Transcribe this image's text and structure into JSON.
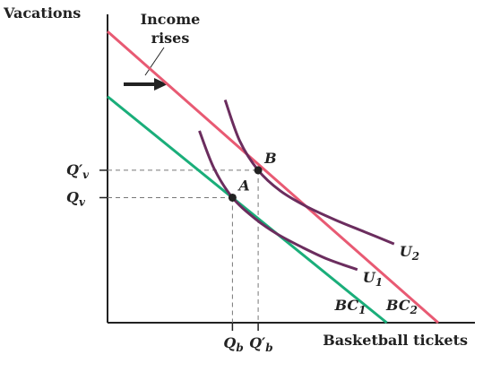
{
  "chart_data": {
    "type": "line",
    "title": "",
    "xlabel": "Basketball tickets",
    "ylabel": "Vacations",
    "budget_constraints": [
      {
        "id": "bc1",
        "label": "BC",
        "subscript": "1",
        "color": "#1aae7a",
        "x_intercept": 7.6,
        "y_intercept": 6.6
      },
      {
        "id": "bc2",
        "label": "BC",
        "subscript": "2",
        "color": "#e85a73",
        "x_intercept": 9.0,
        "y_intercept": 8.5
      }
    ],
    "indifference_curves": [
      {
        "id": "u1",
        "label": "U",
        "subscript": "1",
        "color": "#6b2d5e",
        "points": [
          [
            2.5,
            5.6
          ],
          [
            2.9,
            4.5
          ],
          [
            3.4,
            3.65
          ],
          [
            4.0,
            3.05
          ],
          [
            4.6,
            2.6
          ],
          [
            5.3,
            2.2
          ],
          [
            6.0,
            1.85
          ],
          [
            6.8,
            1.55
          ]
        ]
      },
      {
        "id": "u2",
        "label": "U",
        "subscript": "2",
        "color": "#6b2d5e",
        "points": [
          [
            3.2,
            6.5
          ],
          [
            3.6,
            5.3
          ],
          [
            4.1,
            4.45
          ],
          [
            4.7,
            3.85
          ],
          [
            5.4,
            3.4
          ],
          [
            6.2,
            3.0
          ],
          [
            7.0,
            2.65
          ],
          [
            7.8,
            2.3
          ]
        ]
      }
    ],
    "optima": [
      {
        "id": "A",
        "label": "A",
        "x": 3.4,
        "y": 3.65,
        "x_label": "Q",
        "x_sub": "b",
        "x_prime": "",
        "y_label": "Q",
        "y_sub": "v",
        "y_prime": ""
      },
      {
        "id": "B",
        "label": "B",
        "x": 4.1,
        "y": 4.45,
        "x_label": "Q",
        "x_sub": "b",
        "x_prime": "′",
        "y_label": "Q",
        "y_sub": "v",
        "y_prime": "′"
      }
    ],
    "annotation": {
      "lines": [
        "Income",
        "rises"
      ]
    },
    "xlim": [
      0,
      10
    ],
    "ylim": [
      0,
      9
    ],
    "grid": false
  }
}
